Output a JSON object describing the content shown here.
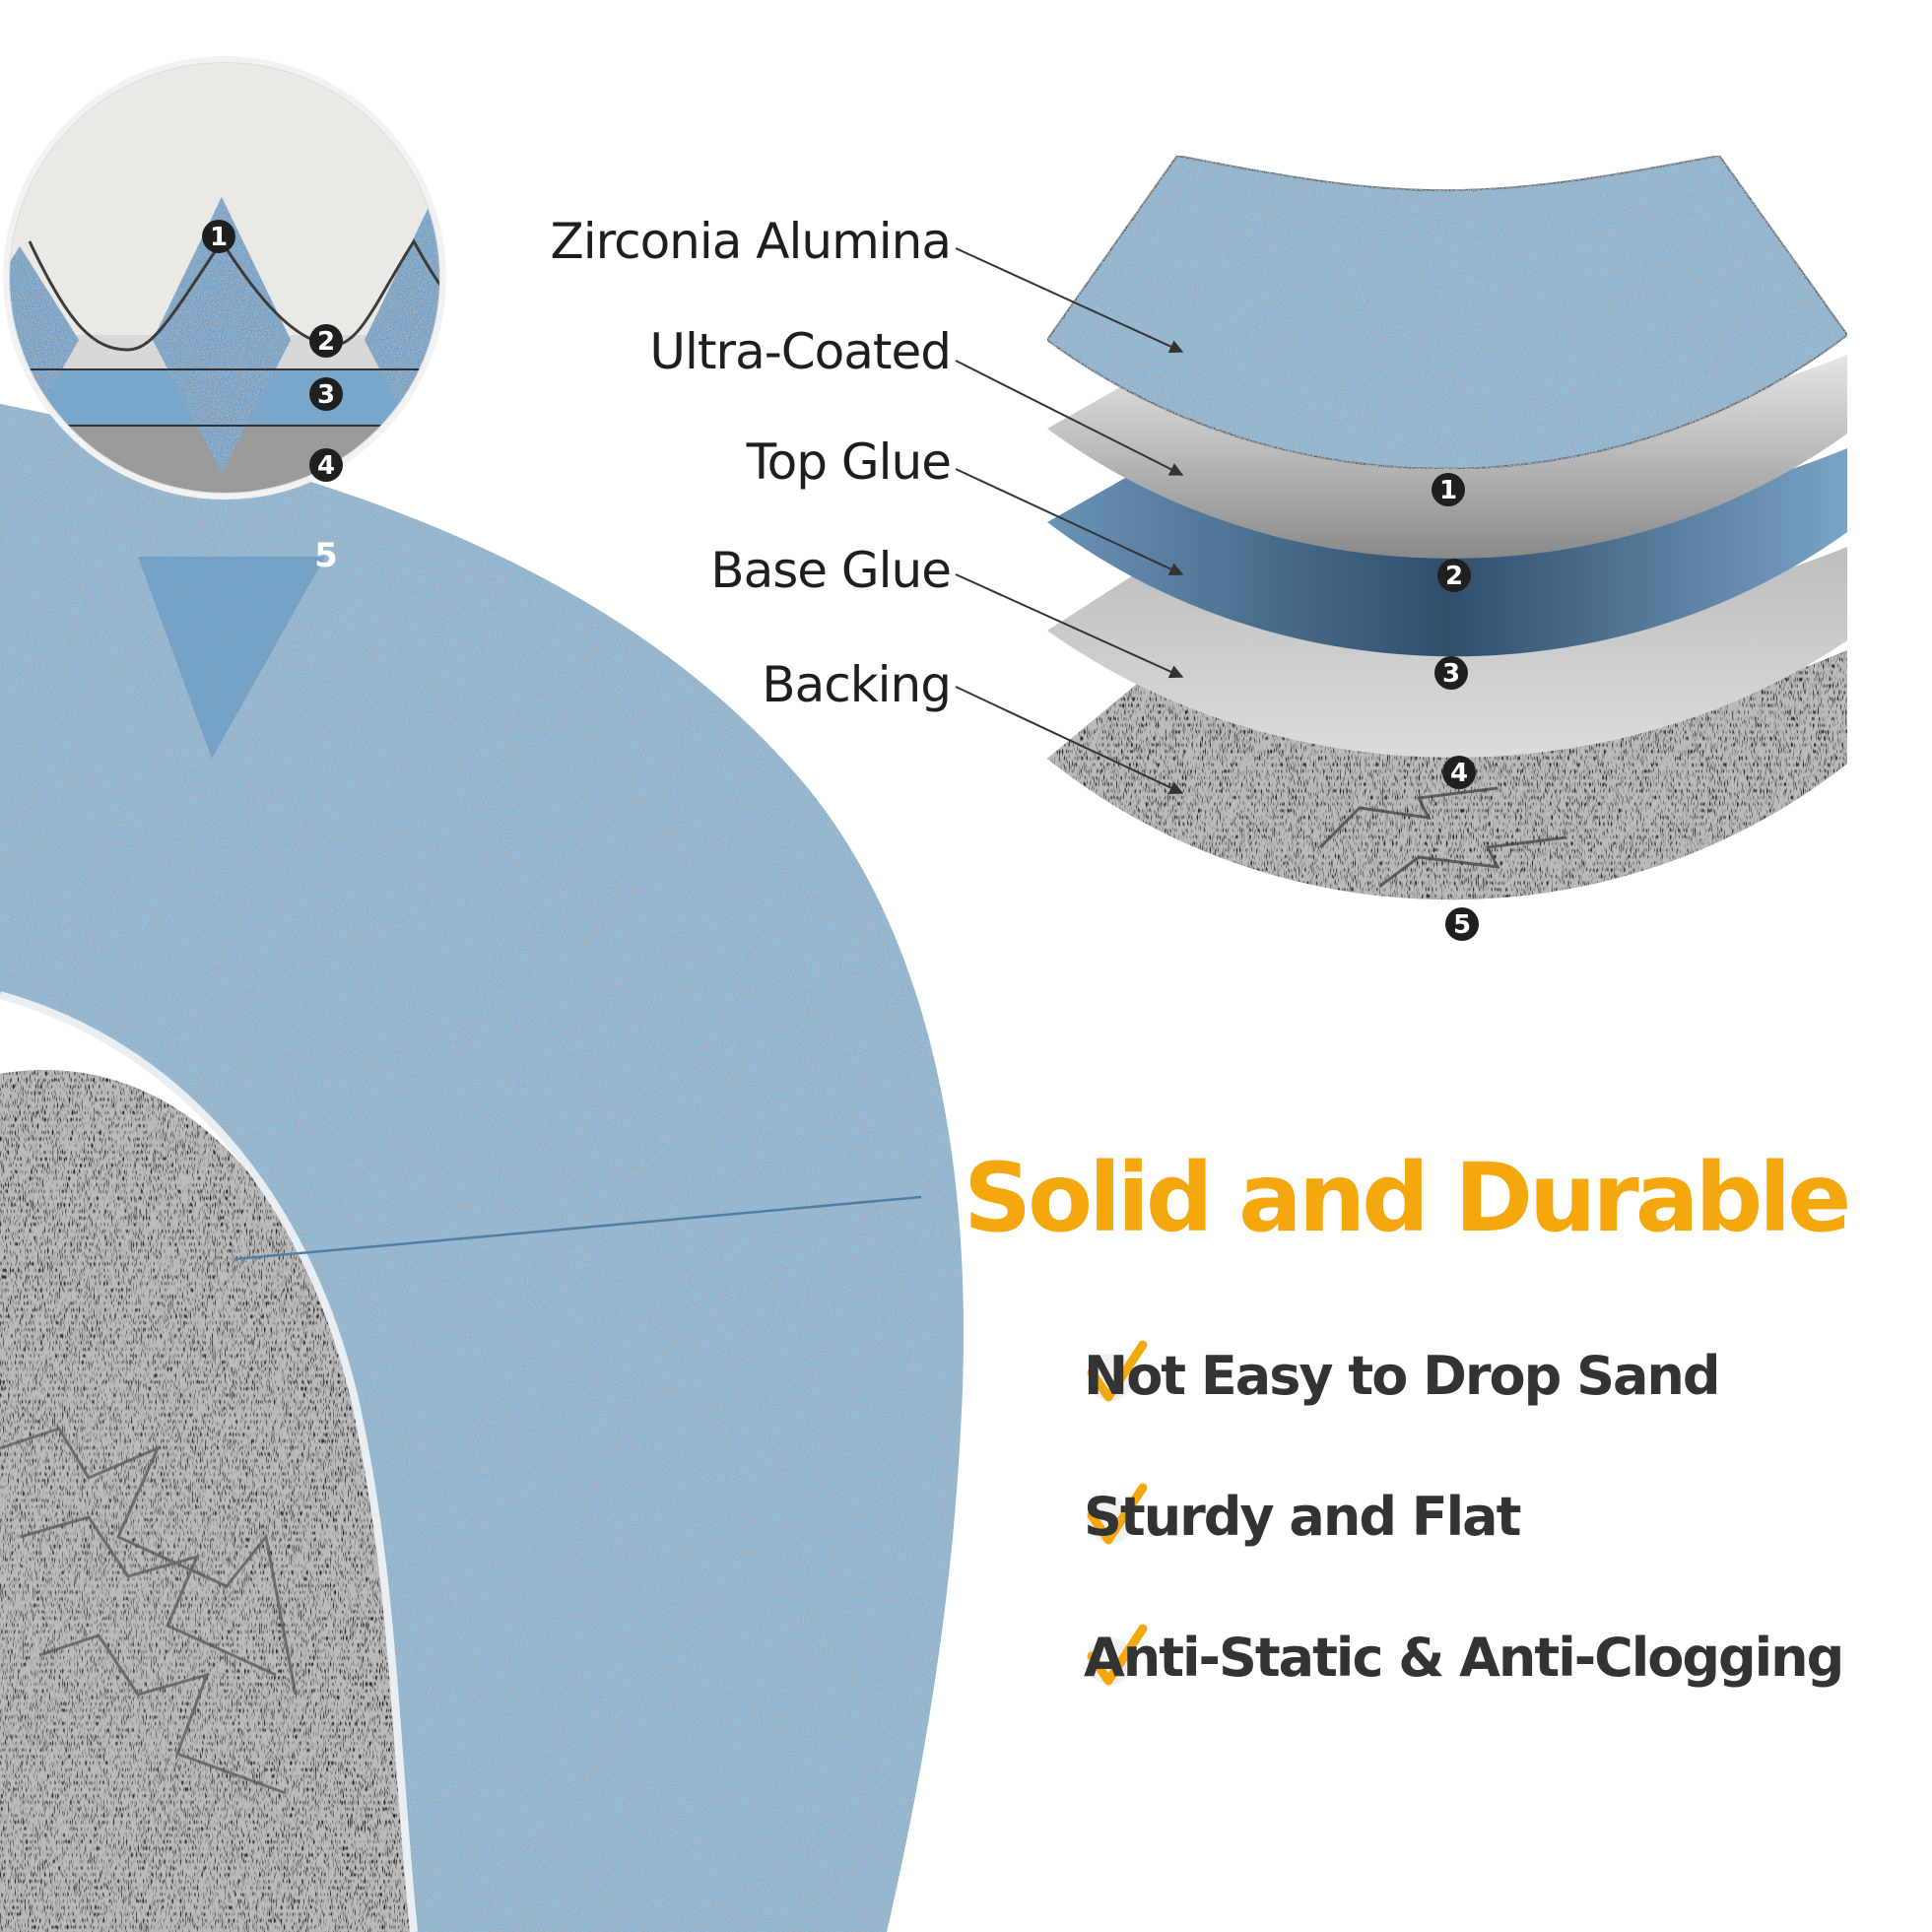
{
  "colors": {
    "grit_blue": "#8cc3e6",
    "backing_black": "#2b2b2b",
    "accent_orange": "#f5a70e",
    "text_dark": "#333333"
  },
  "layers": [
    {
      "number": "1",
      "label": "Zirconia Alumina"
    },
    {
      "number": "2",
      "label": "Ultra-Coated"
    },
    {
      "number": "3",
      "label": "Top Glue"
    },
    {
      "number": "4",
      "label": "Base Glue"
    },
    {
      "number": "5",
      "label": "Backing"
    }
  ],
  "headline": "Solid and Durable",
  "features": [
    {
      "text": "Not Easy to Drop Sand",
      "icon": "check-icon"
    },
    {
      "text": "Sturdy and Flat",
      "icon": "check-icon"
    },
    {
      "text": "Anti-Static & Anti-Clogging",
      "icon": "check-icon"
    }
  ]
}
